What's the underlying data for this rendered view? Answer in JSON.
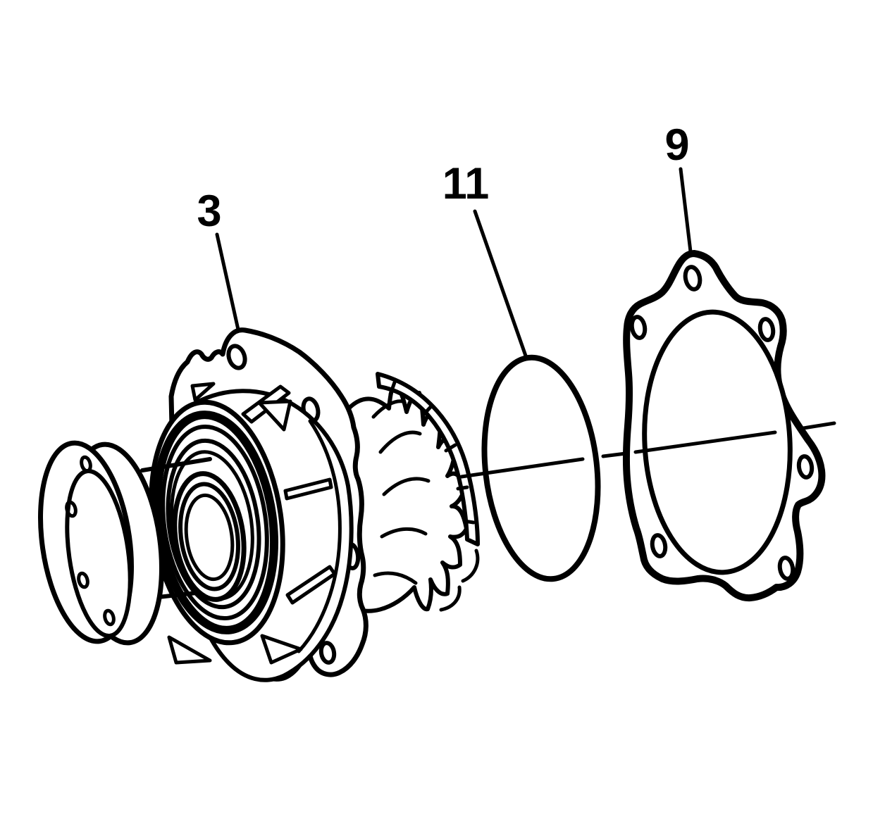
{
  "diagram": {
    "description": "Exploded parts view line drawing",
    "ink_color": "#000000",
    "background_color": "#ffffff",
    "callouts": [
      {
        "number": "3"
      },
      {
        "number": "11"
      },
      {
        "number": "9"
      }
    ]
  }
}
